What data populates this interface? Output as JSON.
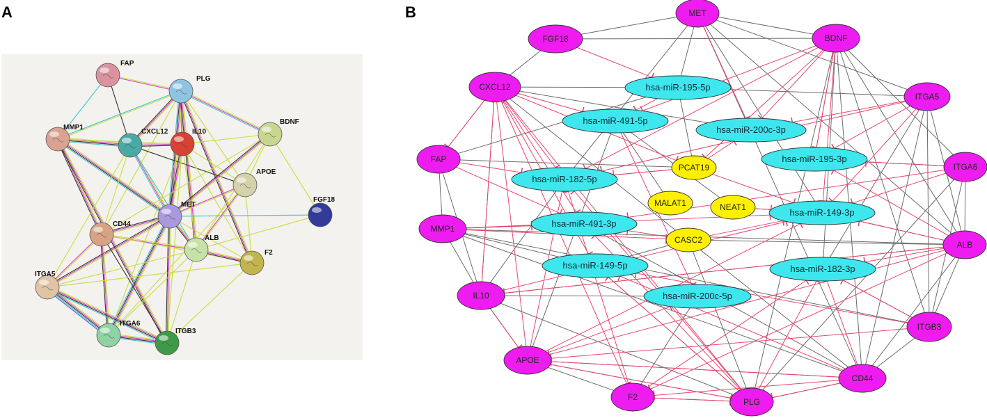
{
  "panels": {
    "a_label": "A",
    "b_label": "B"
  },
  "colors": {
    "panel_a_bg": "#f4f2ee",
    "edge_yellow": "#c7dc3c",
    "edge_black": "#2a2a2a",
    "edge_magenta": "#d63cc4",
    "edge_cyan": "#39c3cf",
    "edge_blue": "#3b5bd9",
    "edge_gray": "#6b6b6b",
    "edge_red": "#e8466e",
    "gene_fill": "#ee1cf0",
    "mirna_fill": "#3ee6ee",
    "lnc_fill": "#fff000",
    "node_stroke": "#333333"
  },
  "panel_a": {
    "nodes": [
      {
        "id": "FAP",
        "label": "FAP",
        "color": "#d9939f"
      },
      {
        "id": "PLG",
        "label": "PLG",
        "color": "#8fc4e0"
      },
      {
        "id": "MMP1",
        "label": "MMP1",
        "color": "#d9a392"
      },
      {
        "id": "CXCL12",
        "label": "CXCL12",
        "color": "#4aa9a5"
      },
      {
        "id": "IL10",
        "label": "IL10",
        "color": "#d84234"
      },
      {
        "id": "BDNF",
        "label": "BDNF",
        "color": "#c8d690"
      },
      {
        "id": "APOE",
        "label": "APOE",
        "color": "#d4d1ac"
      },
      {
        "id": "MET",
        "label": "MET",
        "color": "#a999dd"
      },
      {
        "id": "FGF18",
        "label": "FGF18",
        "color": "#323a9a"
      },
      {
        "id": "CD44",
        "label": "CD44",
        "color": "#d8a384"
      },
      {
        "id": "ALB",
        "label": "ALB",
        "color": "#c7e2a8"
      },
      {
        "id": "F2",
        "label": "F2",
        "color": "#c2b54e"
      },
      {
        "id": "ITGA5",
        "label": "ITGA5",
        "color": "#e0c4a4"
      },
      {
        "id": "ITGA6",
        "label": "ITGA6",
        "color": "#8fd2a3"
      },
      {
        "id": "ITGB3",
        "label": "ITGB3",
        "color": "#3f9a48"
      }
    ],
    "edges": [
      [
        "FAP",
        "PLG",
        "ym"
      ],
      [
        "FAP",
        "CXCL12",
        "k"
      ],
      [
        "FAP",
        "MMP1",
        "c"
      ],
      [
        "PLG",
        "MMP1",
        "yc"
      ],
      [
        "PLG",
        "CXCL12",
        "ymk"
      ],
      [
        "PLG",
        "IL10",
        "ym"
      ],
      [
        "PLG",
        "BDNF",
        "ymc"
      ],
      [
        "PLG",
        "APOE",
        "y"
      ],
      [
        "PLG",
        "MET",
        "ymkc"
      ],
      [
        "PLG",
        "ALB",
        "ymk"
      ],
      [
        "PLG",
        "F2",
        "ymk"
      ],
      [
        "PLG",
        "CD44",
        "y"
      ],
      [
        "MMP1",
        "CXCL12",
        "ymkc"
      ],
      [
        "MMP1",
        "IL10",
        "y"
      ],
      [
        "MMP1",
        "MET",
        "ymkc"
      ],
      [
        "MMP1",
        "CD44",
        "ymk"
      ],
      [
        "MMP1",
        "ITGB3",
        "ymk"
      ],
      [
        "CXCL12",
        "IL10",
        "ymk"
      ],
      [
        "CXCL12",
        "MET",
        "ymc"
      ],
      [
        "CXCL12",
        "CD44",
        "y"
      ],
      [
        "CXCL12",
        "ALB",
        "c"
      ],
      [
        "CXCL12",
        "APOE",
        "k"
      ],
      [
        "CXCL12",
        "ITGA5",
        "y"
      ],
      [
        "IL10",
        "BDNF",
        "y"
      ],
      [
        "IL10",
        "APOE",
        "y"
      ],
      [
        "IL10",
        "MET",
        "ymk"
      ],
      [
        "IL10",
        "ALB",
        "y"
      ],
      [
        "IL10",
        "F2",
        "y"
      ],
      [
        "IL10",
        "ITGA6",
        "y"
      ],
      [
        "IL10",
        "ITGB3",
        "y"
      ],
      [
        "BDNF",
        "MET",
        "ymk"
      ],
      [
        "BDNF",
        "APOE",
        "y"
      ],
      [
        "BDNF",
        "FGF18",
        "y"
      ],
      [
        "BDNF",
        "CD44",
        "y"
      ],
      [
        "BDNF",
        "ALB",
        "y"
      ],
      [
        "APOE",
        "ALB",
        "ym"
      ],
      [
        "APOE",
        "F2",
        "y"
      ],
      [
        "APOE",
        "MET",
        "ym"
      ],
      [
        "APOE",
        "ITGA6",
        "y"
      ],
      [
        "MET",
        "FGF18",
        "c"
      ],
      [
        "MET",
        "CD44",
        "ymk"
      ],
      [
        "MET",
        "ALB",
        "ymk"
      ],
      [
        "MET",
        "ITGA6",
        "ymkc"
      ],
      [
        "MET",
        "ITGB3",
        "ymk"
      ],
      [
        "MET",
        "ITGA5",
        "ymk"
      ],
      [
        "MET",
        "F2",
        "y"
      ],
      [
        "CD44",
        "ALB",
        "ym"
      ],
      [
        "CD44",
        "ITGA5",
        "ym"
      ],
      [
        "CD44",
        "ITGA6",
        "ymk"
      ],
      [
        "CD44",
        "ITGB3",
        "k"
      ],
      [
        "CD44",
        "F2",
        "y"
      ],
      [
        "ALB",
        "F2",
        "ymk"
      ],
      [
        "ALB",
        "ITGA6",
        "y"
      ],
      [
        "ALB",
        "ITGA5",
        "y"
      ],
      [
        "ALB",
        "ITGB3",
        "y"
      ],
      [
        "ALB",
        "FGF18",
        "y"
      ],
      [
        "F2",
        "ITGB3",
        "y"
      ],
      [
        "F2",
        "ITGA5",
        "y"
      ],
      [
        "ITGA5",
        "ITGA6",
        "ymkcb"
      ],
      [
        "ITGA5",
        "ITGB3",
        "ymkc"
      ],
      [
        "ITGA6",
        "ITGB3",
        "ymkc"
      ]
    ]
  },
  "panel_b": {
    "genes": [
      {
        "id": "MET",
        "label": "MET"
      },
      {
        "id": "FGF18",
        "label": "FGF18"
      },
      {
        "id": "BDNF",
        "label": "BDNF"
      },
      {
        "id": "CXCL12",
        "label": "CXCL12"
      },
      {
        "id": "ITGA5",
        "label": "ITGA5"
      },
      {
        "id": "FAP",
        "label": "FAP"
      },
      {
        "id": "ITGA6",
        "label": "ITGA6"
      },
      {
        "id": "MMP1",
        "label": "MMP1"
      },
      {
        "id": "ALB",
        "label": "ALB"
      },
      {
        "id": "IL10",
        "label": "IL10"
      },
      {
        "id": "ITGB3",
        "label": "ITGB3"
      },
      {
        "id": "APOE",
        "label": "APOE"
      },
      {
        "id": "CD44",
        "label": "CD44"
      },
      {
        "id": "F2",
        "label": "F2"
      },
      {
        "id": "PLG",
        "label": "PLG"
      }
    ],
    "mirnas": [
      {
        "id": "m195_5p",
        "label": "hsa-miR-195-5p"
      },
      {
        "id": "m491_5p",
        "label": "hsa-miR-491-5p"
      },
      {
        "id": "m200c_3p",
        "label": "hsa-miR-200c-3p"
      },
      {
        "id": "m195_3p",
        "label": "hsa-miR-195-3p"
      },
      {
        "id": "m182_5p",
        "label": "hsa-miR-182-5p"
      },
      {
        "id": "m149_3p",
        "label": "hsa-miR-149-3p"
      },
      {
        "id": "m491_3p",
        "label": "hsa-miR-491-3p"
      },
      {
        "id": "m149_5p",
        "label": "hsa-miR-149-5p"
      },
      {
        "id": "m182_3p",
        "label": "hsa-miR-182-3p"
      },
      {
        "id": "m200c_5p",
        "label": "hsa-miR-200c-5p"
      }
    ],
    "lncrnas": [
      {
        "id": "PCAT19",
        "label": "PCAT19"
      },
      {
        "id": "MALAT1",
        "label": "MALAT1"
      },
      {
        "id": "NEAT1",
        "label": "NEAT1"
      },
      {
        "id": "CASC2",
        "label": "CASC2"
      }
    ],
    "gray_edges": [
      [
        "MET",
        "FGF18"
      ],
      [
        "MET",
        "BDNF"
      ],
      [
        "MET",
        "ITGA5"
      ],
      [
        "MET",
        "ALB"
      ],
      [
        "MET",
        "CD44"
      ],
      [
        "MET",
        "m200c_3p"
      ],
      [
        "MET",
        "m195_5p"
      ],
      [
        "MET",
        "m182_5p"
      ],
      [
        "MET",
        "m149_3p"
      ],
      [
        "FGF18",
        "BDNF"
      ],
      [
        "FGF18",
        "CXCL12"
      ],
      [
        "BDNF",
        "ITGA6"
      ],
      [
        "BDNF",
        "ALB"
      ],
      [
        "BDNF",
        "ITGB3"
      ],
      [
        "BDNF",
        "m195_3p"
      ],
      [
        "BDNF",
        "m182_3p"
      ],
      [
        "BDNF",
        "PLG"
      ],
      [
        "BDNF",
        "CD44"
      ],
      [
        "CXCL12",
        "FAP"
      ],
      [
        "CXCL12",
        "IL10"
      ],
      [
        "CXCL12",
        "m195_5p"
      ],
      [
        "CXCL12",
        "m200c_3p"
      ],
      [
        "CXCL12",
        "CD44"
      ],
      [
        "ITGA5",
        "CD44"
      ],
      [
        "ITGA5",
        "ITGB3"
      ],
      [
        "ITGA5",
        "m195_5p"
      ],
      [
        "ITGA5",
        "ALB"
      ],
      [
        "ITGA5",
        "m182_3p"
      ],
      [
        "ITGA6",
        "ALB"
      ],
      [
        "ITGA6",
        "ITGB3"
      ],
      [
        "ITGA6",
        "m195_3p"
      ],
      [
        "ITGA6",
        "PLG"
      ],
      [
        "FAP",
        "MMP1"
      ],
      [
        "FAP",
        "IL10"
      ],
      [
        "FAP",
        "m195_5p"
      ],
      [
        "FAP",
        "PCAT19"
      ],
      [
        "MMP1",
        "m491_3p"
      ],
      [
        "MMP1",
        "IL10"
      ],
      [
        "MMP1",
        "CD44"
      ],
      [
        "MMP1",
        "m149_5p"
      ],
      [
        "MMP1",
        "ALB"
      ],
      [
        "MMP1",
        "ITGB3"
      ],
      [
        "ALB",
        "CD44"
      ],
      [
        "ALB",
        "ITGB3"
      ],
      [
        "ALB",
        "m149_3p"
      ],
      [
        "ALB",
        "IL10"
      ],
      [
        "IL10",
        "APOE"
      ],
      [
        "IL10",
        "m200c_5p"
      ],
      [
        "IL10",
        "PLG"
      ],
      [
        "IL10",
        "m182_5p"
      ],
      [
        "ITGB3",
        "CD44"
      ],
      [
        "ITGB3",
        "m182_3p"
      ],
      [
        "APOE",
        "F2"
      ],
      [
        "APOE",
        "PLG"
      ],
      [
        "APOE",
        "CD44"
      ],
      [
        "APOE",
        "m491_5p"
      ],
      [
        "CD44",
        "PLG"
      ],
      [
        "CD44",
        "m491_3p"
      ],
      [
        "F2",
        "PLG"
      ],
      [
        "F2",
        "m200c_5p"
      ],
      [
        "PLG",
        "m149_5p"
      ],
      [
        "PLG",
        "CASC2"
      ],
      [
        "PCAT19",
        "m182_5p"
      ],
      [
        "PCAT19",
        "m195_5p"
      ],
      [
        "MALAT1",
        "m491_5p"
      ],
      [
        "NEAT1",
        "m149_3p"
      ],
      [
        "CASC2",
        "ALB"
      ],
      [
        "CASC2",
        "m149_5p"
      ],
      [
        "NEAT1",
        "m491_5p"
      ]
    ],
    "red_edges": [
      [
        "FGF18",
        "m195_5p"
      ],
      [
        "CXCL12",
        "FAP"
      ],
      [
        "CXCL12",
        "m491_5p"
      ],
      [
        "CXCL12",
        "m182_5p"
      ],
      [
        "CXCL12",
        "m149_5p"
      ],
      [
        "CXCL12",
        "F2"
      ],
      [
        "CXCL12",
        "PCAT19"
      ],
      [
        "CXCL12",
        "m491_3p"
      ],
      [
        "IL10",
        "CXCL12"
      ],
      [
        "APOE",
        "CXCL12"
      ],
      [
        "PLG",
        "CXCL12"
      ],
      [
        "BDNF",
        "m491_5p"
      ],
      [
        "BDNF",
        "m200c_3p"
      ],
      [
        "BDNF",
        "m182_5p"
      ],
      [
        "BDNF",
        "m195_3p"
      ],
      [
        "BDNF",
        "m149_3p"
      ],
      [
        "BDNF",
        "PCAT19"
      ],
      [
        "MET",
        "m200c_3p"
      ],
      [
        "ITGA5",
        "m200c_3p"
      ],
      [
        "ITGA5",
        "m195_3p"
      ],
      [
        "ITGA5",
        "m149_3p"
      ],
      [
        "ITGA5",
        "m182_5p"
      ],
      [
        "ITGA6",
        "m195_3p"
      ],
      [
        "ITGA6",
        "m149_3p"
      ],
      [
        "ITGA6",
        "m491_3p"
      ],
      [
        "FAP",
        "m491_3p"
      ],
      [
        "FAP",
        "m182_5p"
      ],
      [
        "MMP1",
        "m491_3p"
      ],
      [
        "MMP1",
        "m149_3p"
      ],
      [
        "MMP1",
        "CASC2"
      ],
      [
        "ALB",
        "m182_3p"
      ],
      [
        "ALB",
        "m149_3p"
      ],
      [
        "ALB",
        "m195_3p"
      ],
      [
        "ALB",
        "IL10"
      ],
      [
        "ALB",
        "APOE"
      ],
      [
        "ALB",
        "F2"
      ],
      [
        "IL10",
        "m149_3p"
      ],
      [
        "IL10",
        "APOE"
      ],
      [
        "ITGB3",
        "m149_5p"
      ],
      [
        "ITGB3",
        "m182_3p"
      ],
      [
        "ITGB3",
        "APOE"
      ],
      [
        "APOE",
        "m182_5p"
      ],
      [
        "APOE",
        "m200c_5p"
      ],
      [
        "APOE",
        "PLG"
      ],
      [
        "APOE",
        "m149_3p"
      ],
      [
        "CD44",
        "m149_5p"
      ],
      [
        "CD44",
        "m182_3p"
      ],
      [
        "CD44",
        "APOE"
      ],
      [
        "CD44",
        "F2"
      ],
      [
        "CD44",
        "PLG"
      ],
      [
        "F2",
        "m182_5p"
      ],
      [
        "F2",
        "m182_3p"
      ],
      [
        "F2",
        "PLG"
      ],
      [
        "PLG",
        "m491_3p"
      ],
      [
        "PLG",
        "m149_5p"
      ],
      [
        "PLG",
        "m182_5p"
      ],
      [
        "PLG",
        "m182_3p"
      ],
      [
        "PCAT19",
        "m149_3p"
      ],
      [
        "PCAT19",
        "m182_5p"
      ],
      [
        "NEAT1",
        "m149_3p"
      ],
      [
        "CASC2",
        "m491_3p"
      ],
      [
        "CASC2",
        "m149_3p"
      ],
      [
        "m491_5p",
        "m200c_5p"
      ],
      [
        "m195_5p",
        "m491_5p"
      ],
      [
        "PCAT19",
        "m200c_3p"
      ]
    ]
  }
}
